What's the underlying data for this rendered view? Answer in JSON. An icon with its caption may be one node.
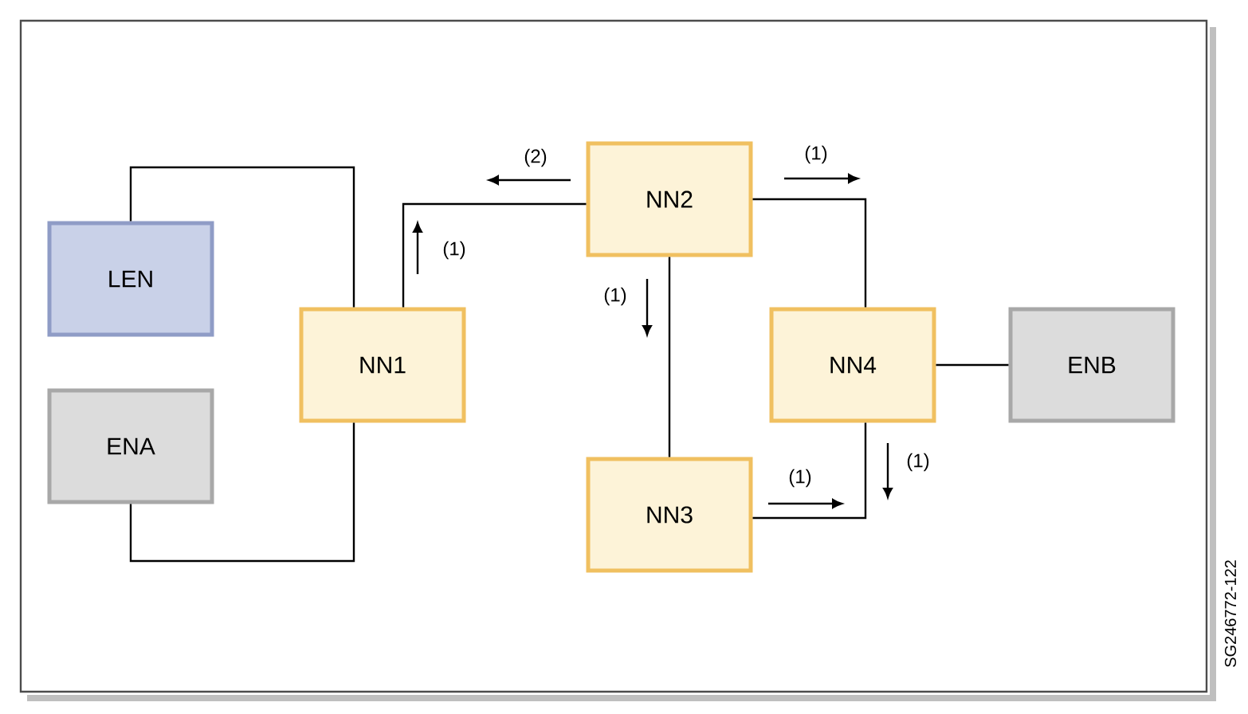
{
  "diagram": {
    "nodes": [
      {
        "text": [
          "LEN"
        ]
      },
      {
        "text": [
          "ENA"
        ]
      },
      {
        "text": [
          "NN1"
        ]
      },
      {
        "text": [
          "NN2"
        ]
      },
      {
        "text": [
          "NN3"
        ]
      },
      {
        "text": [
          "NN4"
        ]
      },
      {
        "text": [
          "ENB"
        ]
      }
    ],
    "edges": [
      {
        "from": 0,
        "to": 2,
        "arrow": "none"
      },
      {
        "from": 1,
        "to": 2,
        "arrow": "none"
      },
      {
        "from": 3,
        "to": 2,
        "arrow": "none",
        "label": "(2)"
      },
      {
        "from": 3,
        "to": 4,
        "arrow": "none",
        "label": "(1)"
      },
      {
        "from": 3,
        "to": 5,
        "arrow": "none",
        "label": "(1)"
      },
      {
        "from": 5,
        "to": 6,
        "arrow": "none"
      },
      {
        "from": 4,
        "to": 5,
        "arrow": "none",
        "label": "(1)"
      }
    ],
    "labels": [
      "(1)",
      "(1)",
      "SG246772-122"
    ]
  }
}
